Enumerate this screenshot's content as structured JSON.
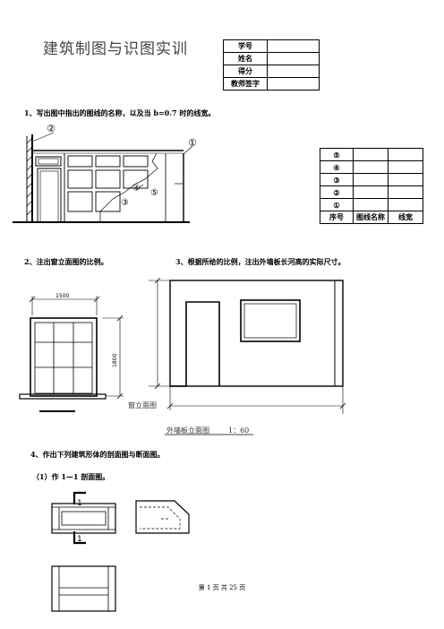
{
  "header": {
    "title": "建筑制图与识图实训",
    "info_rows": [
      {
        "label": "学号",
        "value": ""
      },
      {
        "label": "姓名",
        "value": ""
      },
      {
        "label": "得分",
        "value": ""
      },
      {
        "label": "教师签字",
        "value": ""
      }
    ]
  },
  "q1": {
    "text": "1、写出图中指出的图线的名称，以及当 b=0.7 时的线宽。",
    "markers": [
      "①",
      "②",
      "③",
      "④",
      "⑤"
    ],
    "legend": {
      "rows": [
        {
          "no": "⑤",
          "name": "",
          "width": ""
        },
        {
          "no": "④",
          "name": "",
          "width": ""
        },
        {
          "no": "③",
          "name": "",
          "width": ""
        },
        {
          "no": "②",
          "name": "",
          "width": ""
        },
        {
          "no": "①",
          "name": "",
          "width": ""
        }
      ],
      "headers": [
        "序号",
        "图线名称",
        "线宽"
      ]
    }
  },
  "q2": {
    "text": "2、注出窗立面图的比例。",
    "dim_width": "1500",
    "dim_height": "1800",
    "caption": "窗立面图"
  },
  "q3": {
    "text": "3、根据所给的比例，注出外墙板长河高的实际尺寸。",
    "caption": "外墙板立面图",
    "scale": "1：60"
  },
  "q4": {
    "text": "4、作出下列建筑形体的剖面图与断面图。",
    "sub1": "（1）作 1—1 剖面图。",
    "section_label": "1"
  },
  "footer": {
    "text": "第 1 页 共 25 页"
  }
}
